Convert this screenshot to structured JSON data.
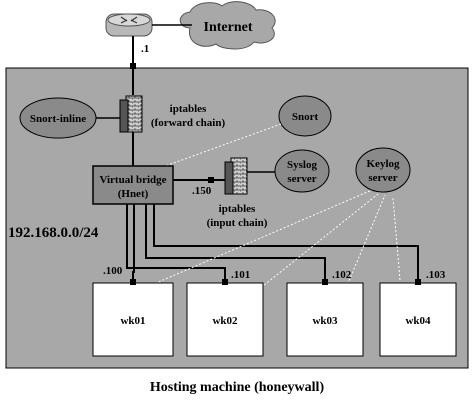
{
  "labels": {
    "internet": "Internet",
    "router_ip": ".1",
    "snort_inline": "Snort-inline",
    "iptables_forward_line1": "iptables",
    "iptables_forward_line2": "(forward chain)",
    "snort": "Snort",
    "bridge_line1": "Virtual bridge",
    "bridge_line2": "(Hnet)",
    "syslog_ip": ".150",
    "syslog_line1": "Syslog",
    "syslog_line2": "server",
    "keylog_line1": "Keylog",
    "keylog_line2": "server",
    "iptables_input_line1": "iptables",
    "iptables_input_line2": "(input chain)",
    "subnet": "192.168.0.0/24",
    "caption": "Hosting machine (honeywall)"
  },
  "hosts": [
    {
      "name": "wk01",
      "ip": ".100"
    },
    {
      "name": "wk02",
      "ip": ".101"
    },
    {
      "name": "wk03",
      "ip": ".102"
    },
    {
      "name": "wk04",
      "ip": ".103"
    }
  ],
  "colors": {
    "shade": "#a8a8a8",
    "node_fill": "#8a8a8a",
    "host_fill": "#ffffff",
    "line": "#000000"
  },
  "icons": [
    "router-icon",
    "firewall-icon"
  ]
}
